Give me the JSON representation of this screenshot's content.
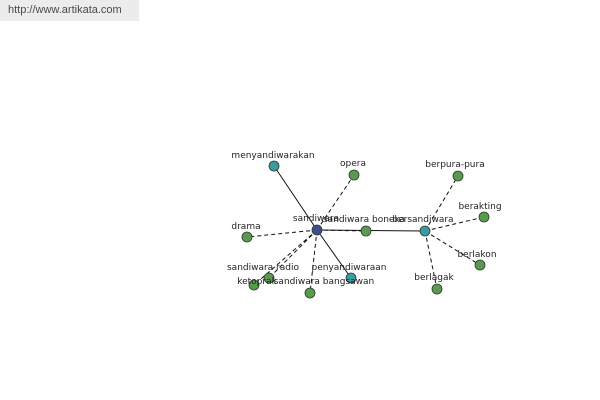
{
  "header": {
    "url": "http://www.artikata.com"
  },
  "graph": {
    "colors": {
      "hub": "#3d4f8f",
      "secondary": "#3c9aa0",
      "leaf": "#5a9a50",
      "node_stroke": "#2c3a2c",
      "edge": "#111111"
    },
    "nodes": [
      {
        "id": "sandiwara",
        "label": "sandiwara",
        "kind": "hub"
      },
      {
        "id": "bersandiwara",
        "label": "bersandiwara",
        "kind": "secondary"
      },
      {
        "id": "menyandiwarakan",
        "label": "menyandiwarakan",
        "kind": "secondary"
      },
      {
        "id": "penyandiwaraan",
        "label": "penyandiwaraan",
        "kind": "secondary"
      },
      {
        "id": "sandiwara-boneka",
        "label": "sandiwara boneka",
        "kind": "leaf"
      },
      {
        "id": "opera",
        "label": "opera",
        "kind": "leaf"
      },
      {
        "id": "drama",
        "label": "drama",
        "kind": "leaf"
      },
      {
        "id": "sandiwara-radio",
        "label": "sandiwara radio",
        "kind": "leaf"
      },
      {
        "id": "ketoprak",
        "label": "ketoprak",
        "kind": "leaf"
      },
      {
        "id": "sandiwara-bangsawan",
        "label": "sandiwara bangsawan",
        "kind": "leaf"
      },
      {
        "id": "berpura-pura",
        "label": "berpura-pura",
        "kind": "leaf"
      },
      {
        "id": "berakting",
        "label": "berakting",
        "kind": "leaf"
      },
      {
        "id": "berlakon",
        "label": "berlakon",
        "kind": "leaf"
      },
      {
        "id": "berlagak",
        "label": "berlagak",
        "kind": "leaf"
      }
    ],
    "edges": [
      {
        "from": "sandiwara",
        "to": "menyandiwarakan",
        "style": "solid"
      },
      {
        "from": "sandiwara",
        "to": "penyandiwaraan",
        "style": "solid"
      },
      {
        "from": "sandiwara",
        "to": "bersandiwara",
        "style": "solid"
      },
      {
        "from": "sandiwara",
        "to": "sandiwara-boneka",
        "style": "dashed"
      },
      {
        "from": "sandiwara",
        "to": "opera",
        "style": "dashed"
      },
      {
        "from": "sandiwara",
        "to": "drama",
        "style": "dashed"
      },
      {
        "from": "sandiwara",
        "to": "sandiwara-radio",
        "style": "dashed"
      },
      {
        "from": "sandiwara",
        "to": "ketoprak",
        "style": "dashed"
      },
      {
        "from": "sandiwara",
        "to": "sandiwara-bangsawan",
        "style": "dashed"
      },
      {
        "from": "bersandiwara",
        "to": "berpura-pura",
        "style": "dashed"
      },
      {
        "from": "bersandiwara",
        "to": "berakting",
        "style": "dashed"
      },
      {
        "from": "bersandiwara",
        "to": "berlakon",
        "style": "dashed"
      },
      {
        "from": "bersandiwara",
        "to": "berlagak",
        "style": "dashed"
      }
    ]
  }
}
